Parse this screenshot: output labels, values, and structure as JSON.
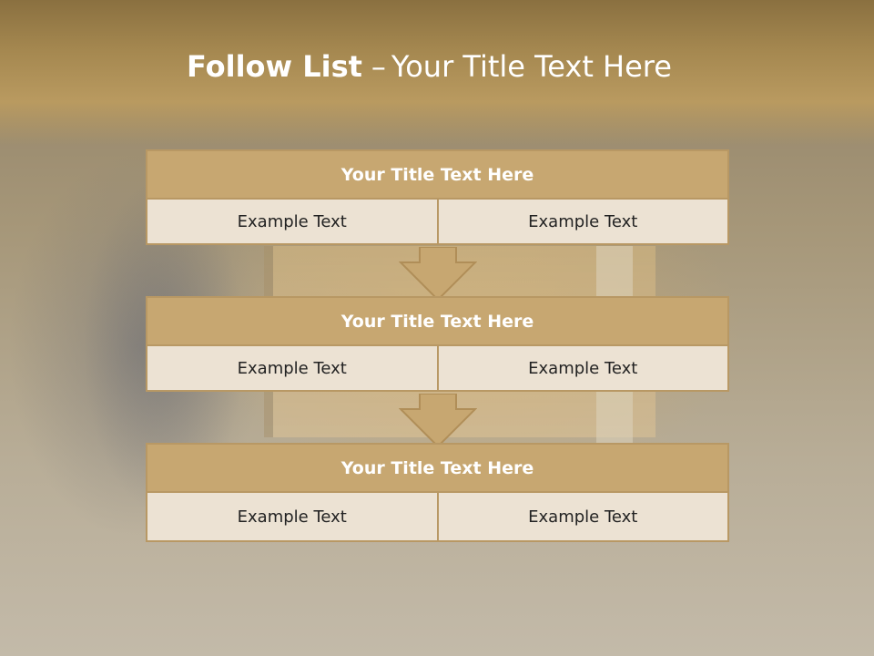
{
  "slide": {
    "title_bold": "Follow List",
    "title_separator": "–",
    "title_rest": "Your Title Text Here"
  },
  "blocks": [
    {
      "title": "Your Title Text Here",
      "left_text": "Example Text",
      "right_text": "Example Text"
    },
    {
      "title": "Your Title Text Here",
      "left_text": "Example Text",
      "right_text": "Example Text"
    },
    {
      "title": "Your Title Text Here",
      "left_text": "Example Text",
      "right_text": "Example Text"
    }
  ],
  "colors": {
    "header_box": "#c7a771",
    "cell_fill": "#ece2d3",
    "border": "#b89864",
    "arrow": "#c7a771"
  }
}
